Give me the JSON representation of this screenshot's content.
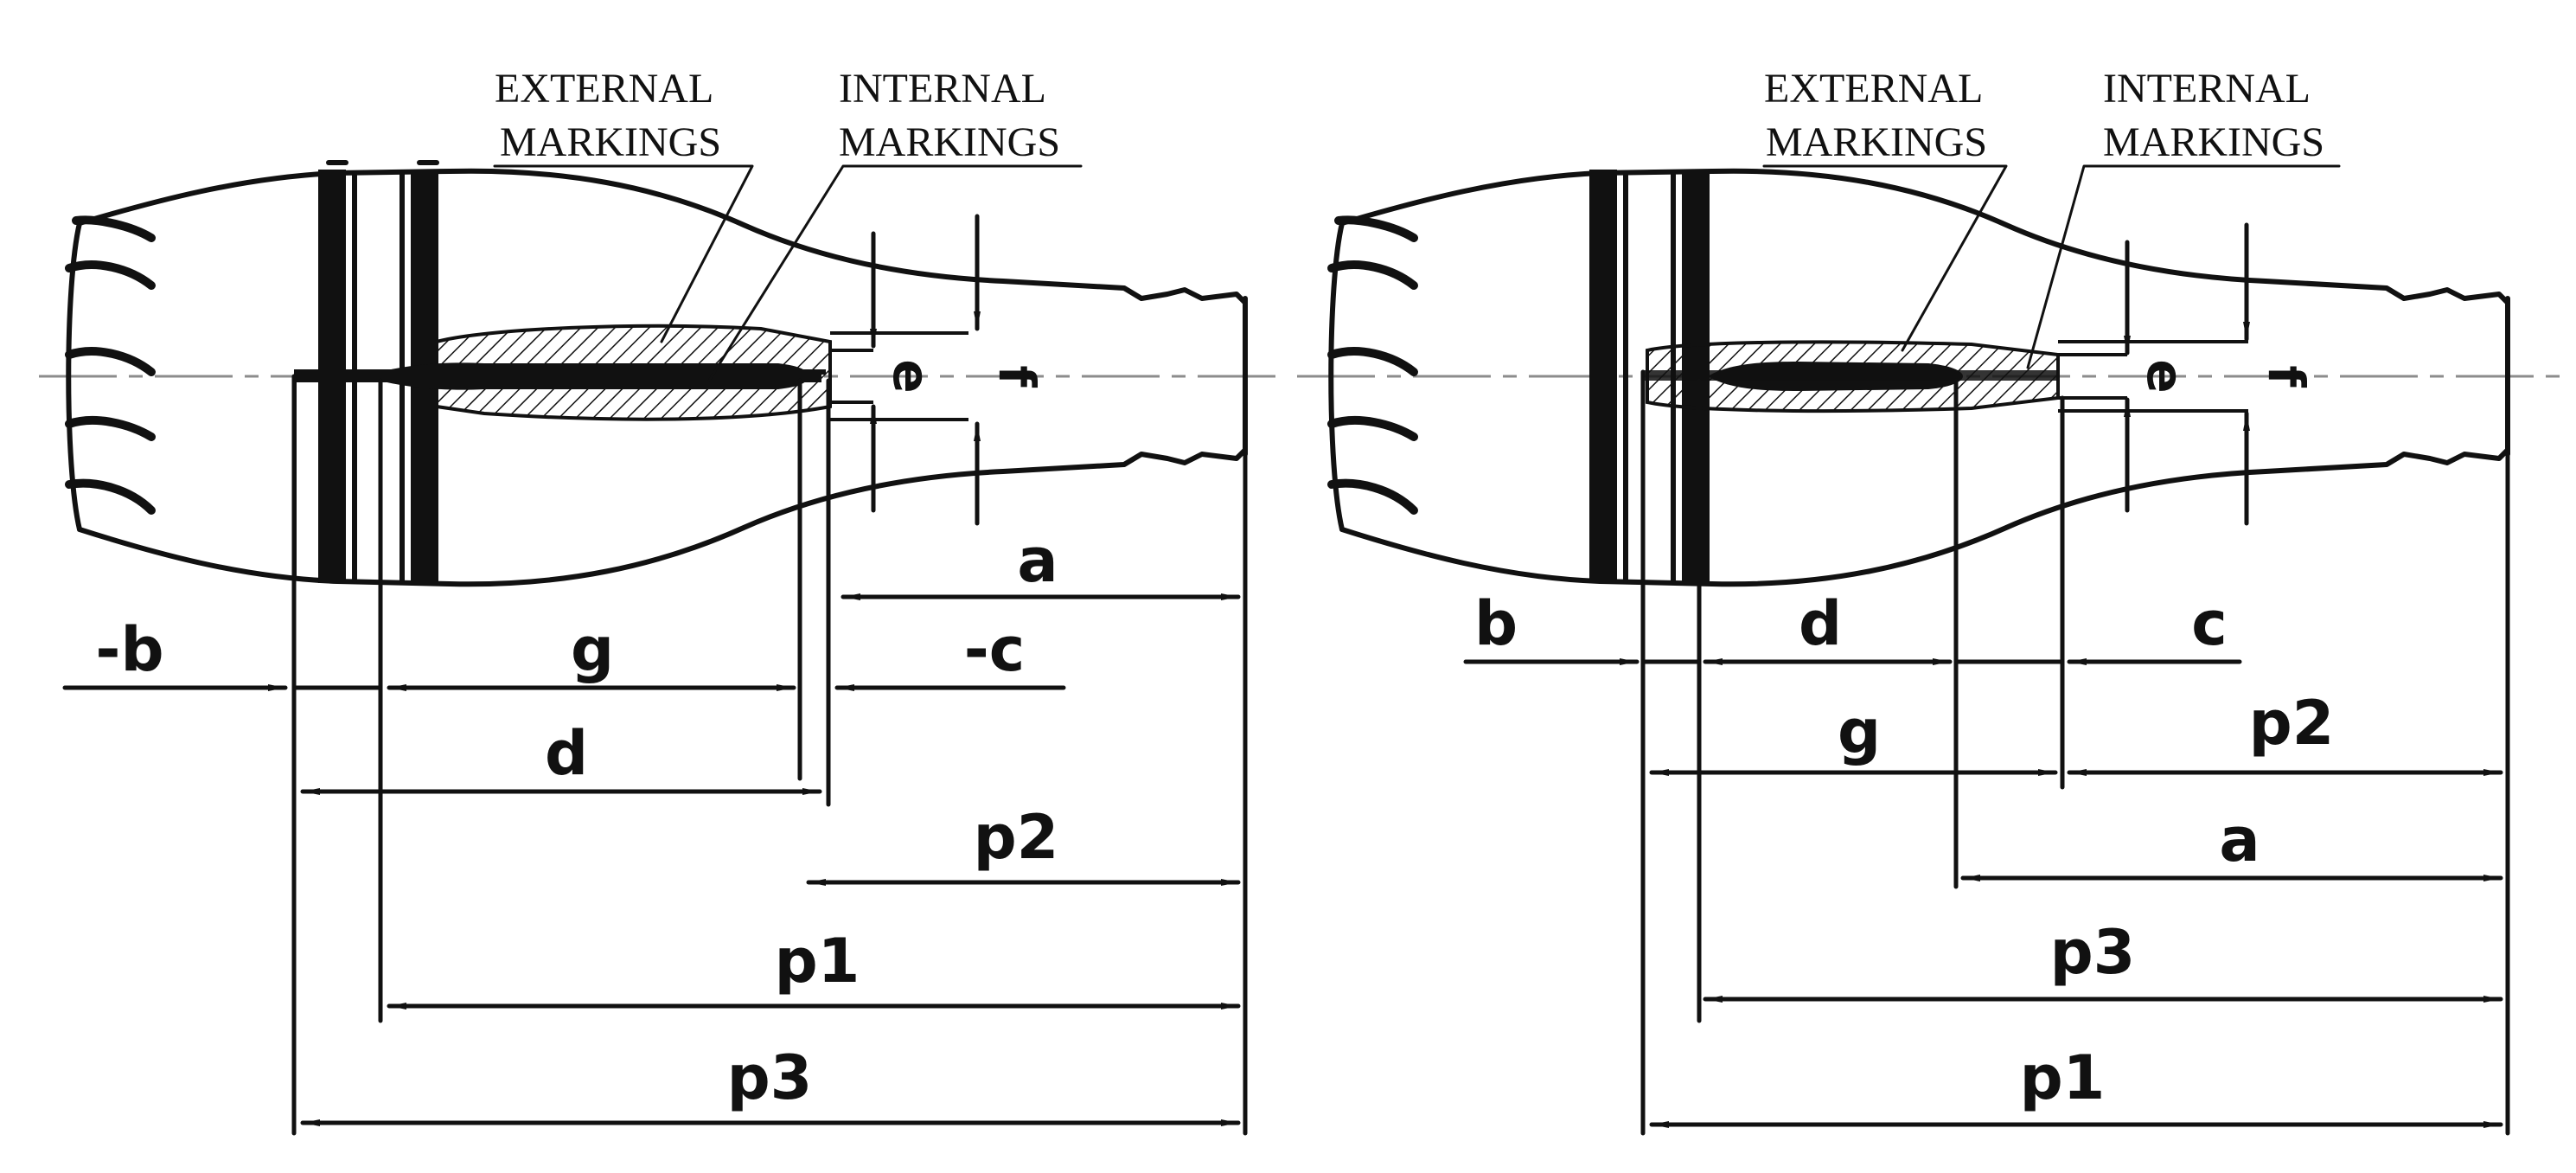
{
  "colors": {
    "ink": "#111111",
    "centerline": "#8c8c8c",
    "background": "#ffffff",
    "hatch": "#111111"
  },
  "left_diagram": {
    "callouts": {
      "external": [
        "EXTERNAL",
        "MARKINGS"
      ],
      "internal": [
        "INTERNAL",
        "MARKINGS"
      ]
    },
    "labels": {
      "e": "e",
      "f": "f",
      "a": "a",
      "b": "-b",
      "c": "-c",
      "g": "g",
      "d": "d",
      "p2": "p2",
      "p1": "p1",
      "p3": "p3"
    }
  },
  "right_diagram": {
    "callouts": {
      "external": [
        "EXTERNAL",
        "MARKINGS"
      ],
      "internal": [
        "INTERNAL",
        "MARKINGS"
      ]
    },
    "labels": {
      "e": "e",
      "f": "f",
      "b": "b",
      "d": "d",
      "c": "c",
      "g": "g",
      "p2": "p2",
      "a": "a",
      "p3": "p3",
      "p1": "p1"
    }
  }
}
